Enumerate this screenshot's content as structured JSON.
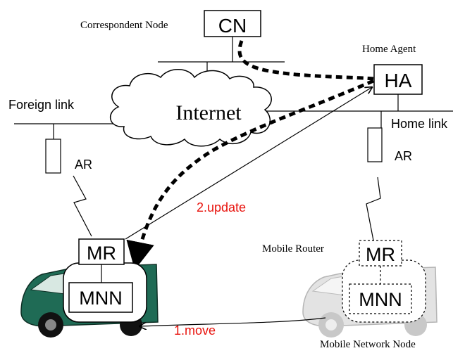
{
  "nodes": {
    "cn": {
      "label": "CN",
      "caption": "Correspondent Node"
    },
    "ha": {
      "label": "HA",
      "caption": "Home Agent"
    },
    "internet": {
      "label": "Internet"
    },
    "mr_current": {
      "label": "MR"
    },
    "mnn_current": {
      "label": "MNN"
    },
    "mr_home": {
      "label": "MR",
      "caption": "Mobile Router"
    },
    "mnn_home": {
      "label": "MNN",
      "caption": "Mobile Network Node"
    },
    "ar_foreign": {
      "label": "AR"
    },
    "ar_home": {
      "label": "AR"
    }
  },
  "links": {
    "foreign": "Foreign link",
    "home": "Home link"
  },
  "arrows": {
    "update": {
      "label": "2.update",
      "color": "#e8120c"
    },
    "move": {
      "label": "1.move",
      "color": "#e8120c"
    }
  },
  "colors": {
    "line": "#000000",
    "car_body": "#1f6b55",
    "car_ghost": "#cfcfcf"
  }
}
